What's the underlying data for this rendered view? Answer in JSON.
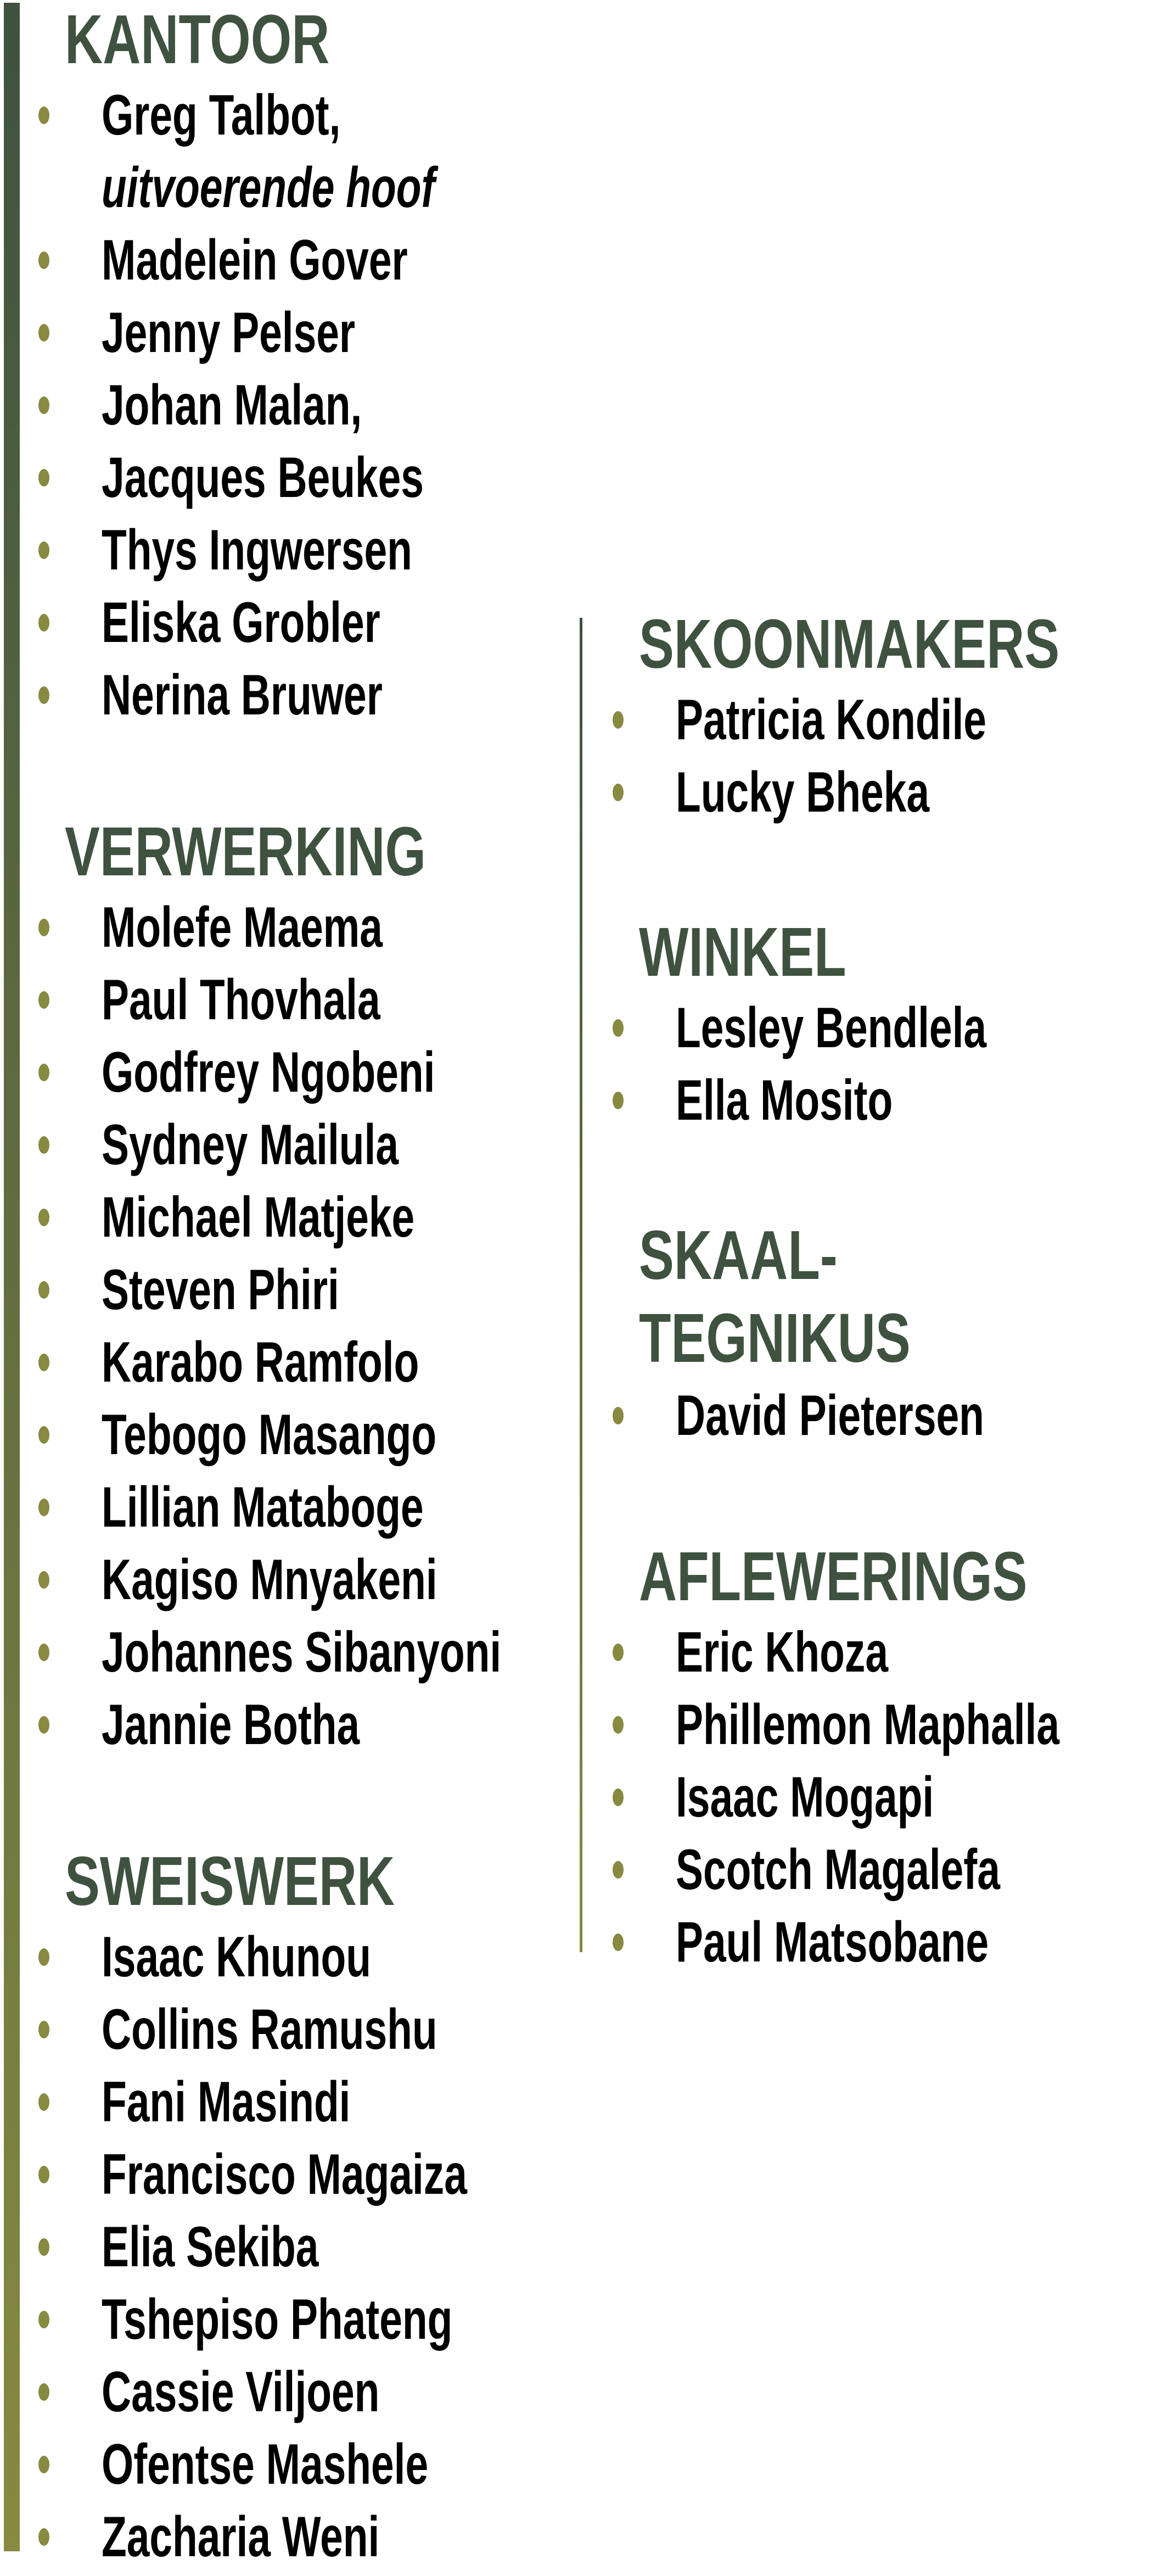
{
  "colors": {
    "heading": "#3f5240",
    "bullet": "#878a40",
    "bar_top": "#3f5240",
    "bar_bottom": "#878a40"
  },
  "sections": {
    "kantoor": {
      "heading": "KANTOOR",
      "items": [
        "Greg Talbot,",
        "Madelein Gover",
        "Jenny Pelser",
        "Johan Malan,",
        "Jacques Beukes",
        "Thys Ingwersen",
        "Eliska Grobler",
        "Nerina Bruwer"
      ],
      "first_item_role": "uitvoerende hoof"
    },
    "verwerking": {
      "heading": "VERWERKING",
      "items": [
        "Molefe Maema",
        "Paul Thovhala",
        "Godfrey Ngobeni",
        "Sydney Mailula",
        "Michael Matjeke",
        "Steven Phiri",
        "Karabo Ramfolo",
        "Tebogo Masango",
        "Lillian Mataboge",
        "Kagiso Mnyakeni",
        "Johannes Sibanyoni",
        "Jannie Botha"
      ]
    },
    "sweiswerk": {
      "heading": "SWEISWERK",
      "items": [
        "Isaac Khunou",
        "Collins Ramushu",
        "Fani Masindi",
        "Francisco Magaiza",
        "Elia Sekiba",
        "Tshepiso Phateng",
        "Cassie Viljoen",
        "Ofentse Mashele",
        "Zacharia Weni"
      ]
    },
    "skoonmakers": {
      "heading": "SKOONMAKERS",
      "items": [
        "Patricia Kondile",
        "Lucky Bheka"
      ]
    },
    "winkel": {
      "heading": "WINKEL",
      "items": [
        "Lesley Bendlela",
        "Ella Mosito"
      ]
    },
    "skaaltegnikus": {
      "heading_line1": "SKAAL-",
      "heading_line2": "TEGNIKUS",
      "items": [
        "David Pietersen"
      ]
    },
    "aflewerings": {
      "heading": "AFLEWERINGS",
      "items": [
        "Eric Khoza",
        "Phillemon Maphalla",
        "Isaac Mogapi",
        "Scotch Magalefa",
        "Paul Matsobane"
      ]
    }
  }
}
